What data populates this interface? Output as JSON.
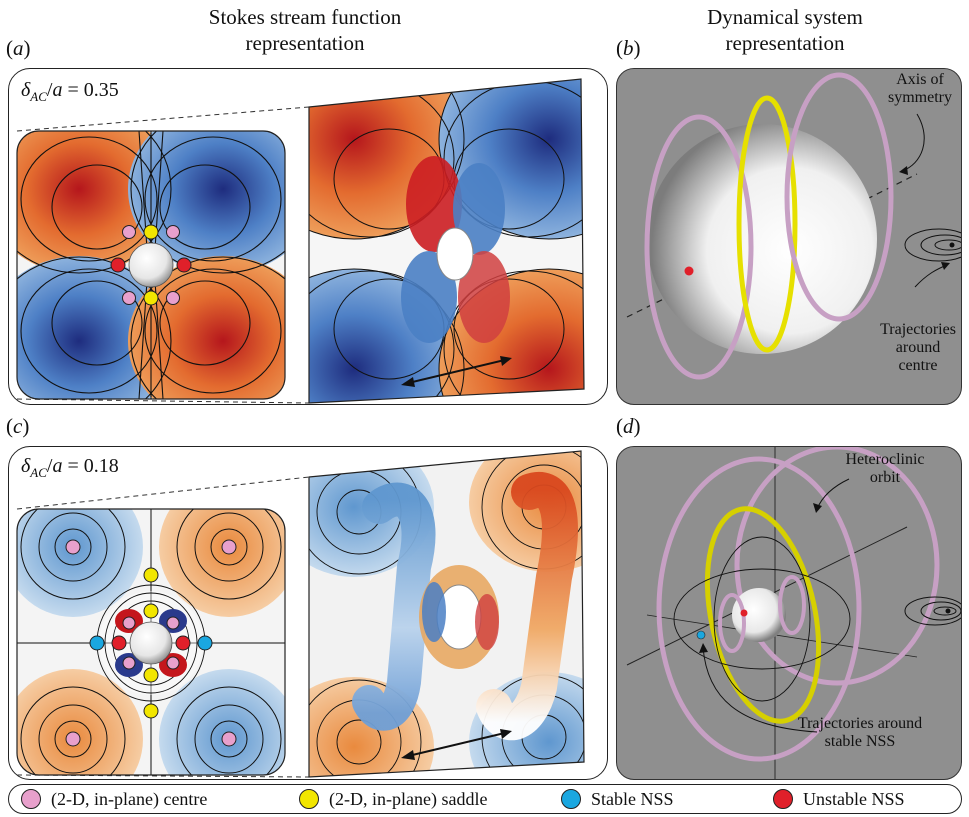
{
  "headers": {
    "left": "Stokes stream function\nrepresentation",
    "right": "Dynamical system\nrepresentation"
  },
  "panels": {
    "a": {
      "label_open": "(",
      "label_letter": "a",
      "label_close": ")"
    },
    "b": {
      "label_open": "(",
      "label_letter": "b",
      "label_close": ")"
    },
    "c": {
      "label_open": "(",
      "label_letter": "c",
      "label_close": ")"
    },
    "d": {
      "label_open": "(",
      "label_letter": "d",
      "label_close": ")"
    }
  },
  "delta_a": {
    "sym": "δ",
    "sub": "AC",
    "rest": "/",
    "a": "a",
    "eq": " = 0.35"
  },
  "delta_c": {
    "sym": "δ",
    "sub": "AC",
    "rest": "/",
    "a": "a",
    "eq": " = 0.18"
  },
  "annotations": {
    "axis": "Axis of\nsymmetry",
    "traj_centre": "Trajectories\naround\ncentre",
    "hetero": "Heteroclinic\norbit",
    "traj_nss": "Trajectories around\nstable NSS"
  },
  "legend": {
    "centre": "(2-D, in-plane) centre",
    "saddle": "(2-D, in-plane) saddle",
    "stable": "Stable NSS",
    "unstable": "Unstable NSS"
  },
  "colors": {
    "centre": "#e8a0cc",
    "saddle": "#f2e600",
    "stable": "#1aa7e0",
    "unstable": "#e0202a",
    "orange": "#e8893a",
    "blue": "#5f97cf",
    "red": "#c4161c",
    "navy": "#2a3a8c",
    "grey": "#8f8f8f",
    "pink_ring": "#c7a0c4",
    "yellow_ring": "#e6e000"
  }
}
